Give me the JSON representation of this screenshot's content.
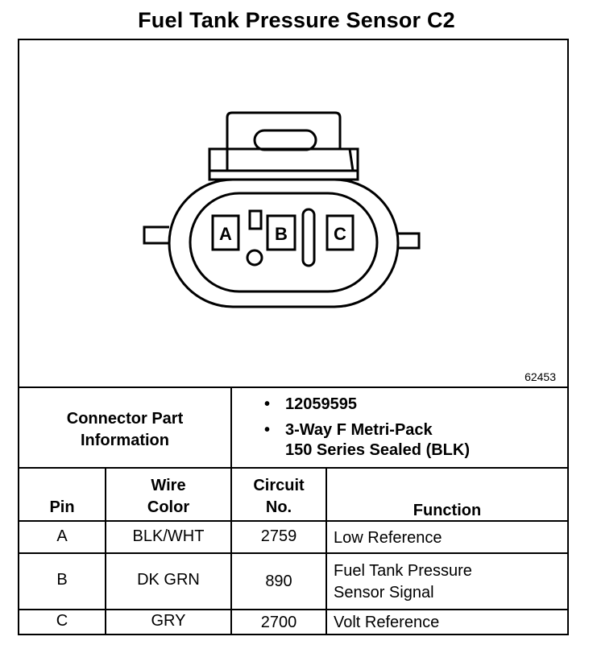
{
  "title": "Fuel Tank Pressure Sensor C2",
  "figure_number": "62453",
  "pins_on_diagram": [
    "A",
    "B",
    "C"
  ],
  "connector_info": {
    "label_line1": "Connector Part",
    "label_line2": "Information",
    "bullets": [
      {
        "line1": "12059595",
        "line2": ""
      },
      {
        "line1": "3-Way F Metri-Pack",
        "line2": "150 Series Sealed (BLK)"
      }
    ]
  },
  "table": {
    "headers": {
      "pin": {
        "line1": "",
        "line2": "Pin"
      },
      "wire": {
        "line1": "Wire",
        "line2": "Color"
      },
      "circuit": {
        "line1": "Circuit",
        "line2": "No."
      },
      "function": {
        "line1": "",
        "line2": "Function"
      }
    },
    "rows": [
      {
        "pin": "A",
        "wire": "BLK/WHT",
        "circuit": "2759",
        "function_line1": "Low Reference",
        "function_line2": ""
      },
      {
        "pin": "B",
        "wire": "DK GRN",
        "circuit": "890",
        "function_line1": "Fuel Tank Pressure",
        "function_line2": "Sensor Signal"
      },
      {
        "pin": "C",
        "wire": "GRY",
        "circuit": "2700",
        "function_line1": "Volt Reference",
        "function_line2": ""
      }
    ]
  }
}
